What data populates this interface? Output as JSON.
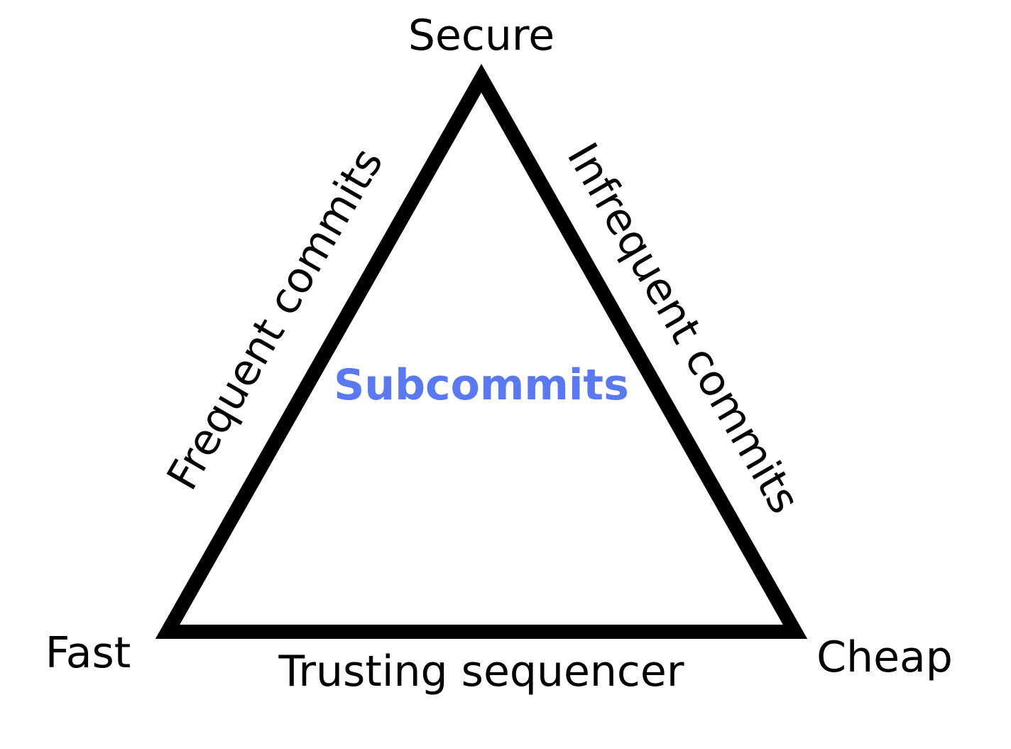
{
  "diagram": {
    "vertices": {
      "top": "Secure",
      "left": "Fast",
      "right": "Cheap"
    },
    "edges": {
      "left": "Frequent commits",
      "right": "Infrequent commits",
      "bottom": "Trusting sequencer"
    },
    "center": "Subcommits"
  },
  "colors": {
    "stroke": "#000000",
    "center_text": "#5a78f0",
    "background": "#ffffff"
  }
}
